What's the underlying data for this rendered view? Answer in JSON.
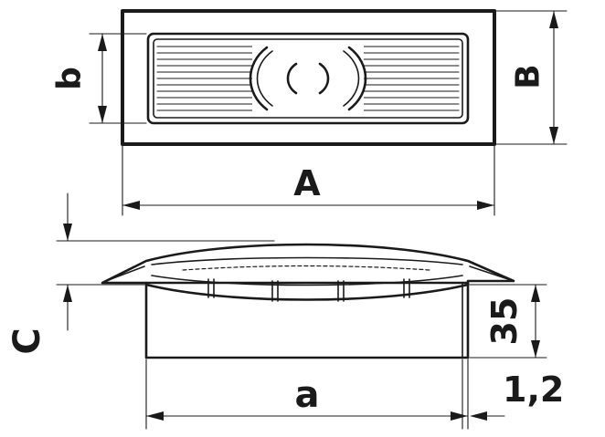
{
  "drawing": {
    "top_view": {
      "width_label": "A",
      "height_label": "B",
      "slot_label": "b"
    },
    "side_view": {
      "width_label": "a",
      "cap_label": "C",
      "depth_label": "35",
      "wall_label": "1,2"
    }
  }
}
